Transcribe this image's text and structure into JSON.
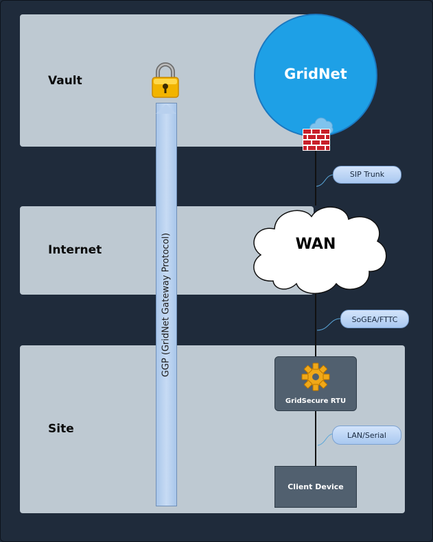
{
  "zones": {
    "vault": "Vault",
    "internet": "Internet",
    "site": "Site"
  },
  "gridnet": {
    "label": "GridNet"
  },
  "protocol": {
    "label": "GGP (GridNet Gateway Protocol)"
  },
  "wan": {
    "label": "WAN"
  },
  "connections": {
    "sip_trunk": "SIP Trunk",
    "sogea_fttc": "SoGEA/FTTC",
    "lan_serial": "LAN/Serial"
  },
  "devices": {
    "rtu": "GridSecure RTU",
    "client": "Client Device"
  },
  "colors": {
    "background": "#1f2b3b",
    "zone": "#bec9d2",
    "gridnet": "#1ea0e6",
    "device": "#51606f",
    "tag": "#b7d2f3"
  },
  "icons": [
    "padlock-icon",
    "firewall-icon",
    "cloud-icon",
    "gear-icon"
  ]
}
